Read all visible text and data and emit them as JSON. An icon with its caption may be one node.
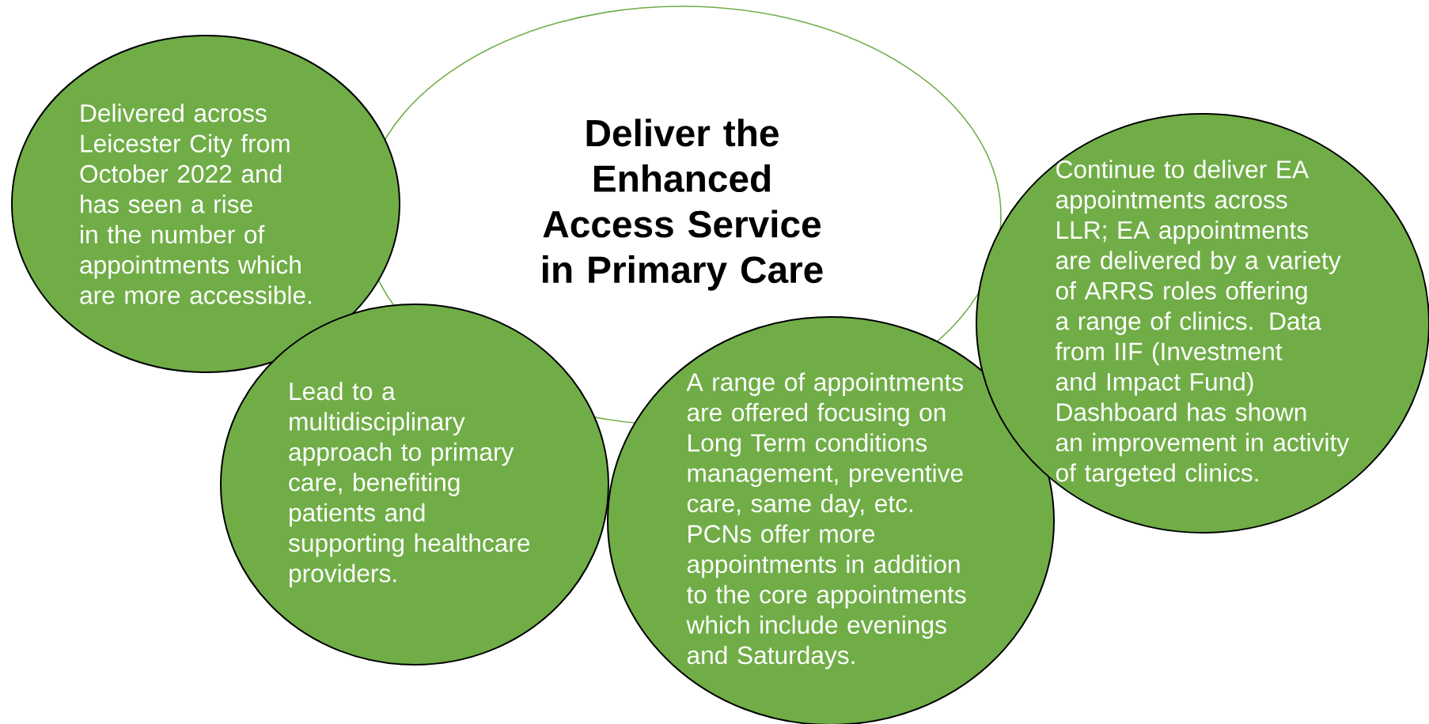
{
  "diagram": {
    "nodes": [
      {
        "text": [
          "Deliver the Enhanced Access Service in Primary Care"
        ]
      },
      {
        "text": [
          "Delivered across Leicester City from October 2022 and has seen a rise in the number of appointments which are more accessible."
        ]
      },
      {
        "text": [
          "Lead to a multidisciplinary approach to primary care, benefiting patients and supporting healthcare providers."
        ]
      },
      {
        "text": [
          "A range of appointments are offered focusing on Long Term conditions management, preventive care, same day, etc. PCNs offer more appointments in addition to the core appointments which include evenings and Saturdays."
        ]
      },
      {
        "text": [
          "Continue to deliver EA appointments across LLR; EA appointments are delivered by a variety of ARRS roles offering a range of clinics. Data from IIF (Investment and Impact Fund) Dashboard has shown an improvement in activity of targeted clinics."
        ]
      }
    ]
  }
}
